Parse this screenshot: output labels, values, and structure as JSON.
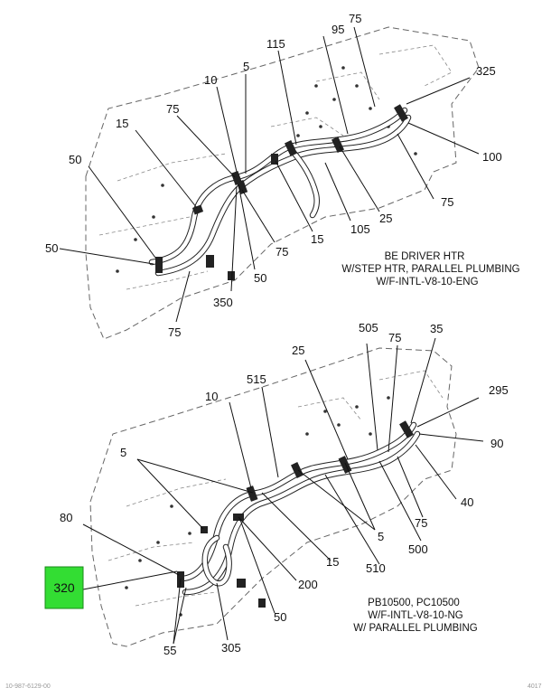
{
  "top_view": {
    "callouts": [
      "75",
      "95",
      "115",
      "325",
      "5",
      "10",
      "75",
      "15",
      "100",
      "50",
      "75",
      "25",
      "105",
      "15",
      "50",
      "75",
      "50",
      "350",
      "75"
    ],
    "caption": [
      "BE DRIVER HTR",
      "W/STEP HTR, PARALLEL PLUMBING",
      "W/F-INTL-V8-10-ENG"
    ]
  },
  "bottom_view": {
    "callouts": [
      "75",
      "505",
      "35",
      "25",
      "515",
      "295",
      "10",
      "90",
      "5",
      "40",
      "75",
      "5",
      "80",
      "500",
      "15",
      "510",
      "200",
      "320",
      "50",
      "55",
      "305"
    ],
    "caption": [
      "PB10500, PC10500",
      "W/F-INTL-V8-10-NG",
      "W/ PARALLEL PLUMBING"
    ]
  },
  "highlight": {
    "part": "320",
    "color": "#33dd33"
  },
  "footer": {
    "left": "10-987-6129-00",
    "right": "4017"
  }
}
